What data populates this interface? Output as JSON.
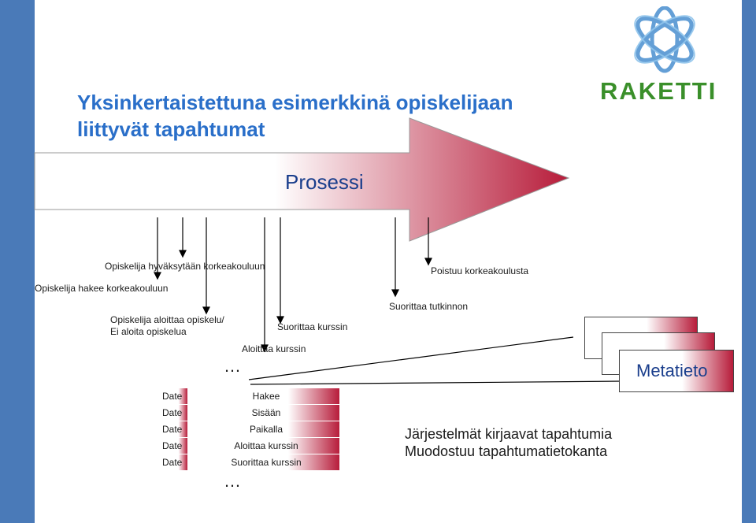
{
  "title": {
    "line1": "Yksinkertaistettuna esimerkkinä opiskelijaan",
    "line2": "liittyvät tapahtumat"
  },
  "logo": {
    "text": "RAKETTI"
  },
  "process": {
    "label": "Prosessi"
  },
  "events": {
    "hyvaksytty": "Opiskelija hyväksytään korkeakouluun",
    "hakee": "Opiskelija hakee korkeakouluun",
    "aloittaa_line1": "Opiskelija aloittaa opiskelu/",
    "aloittaa_line2": "Ei aloita opiskelua",
    "suorittaa_kurssin": "Suorittaa kurssin",
    "aloittaa_kurssin": "Aloittaa kurssin",
    "poistuu": "Poistuu korkeakoulusta",
    "suorittaa_tutkinnon": "Suorittaa tutkinnon",
    "ellipsis": "…"
  },
  "table": {
    "rows": [
      {
        "date": "Date",
        "event": "Hakee"
      },
      {
        "date": "Date",
        "event": "Sisään"
      },
      {
        "date": "Date",
        "event": "Paikalla"
      },
      {
        "date": "Date",
        "event": "Aloittaa kurssin"
      },
      {
        "date": "Date",
        "event": "Suorittaa kurssin"
      }
    ],
    "ellipsis": "…"
  },
  "metadata": {
    "label": "Metatieto"
  },
  "system": {
    "line1": "Järjestelmät kirjaavat tapahtumia",
    "line2": "Muodostuu tapahtumatietokanta"
  },
  "colors": {
    "accent_blue": "#2a6fc9",
    "sidebar_blue": "#4a7ab8",
    "arrow_red": "#b71c3a",
    "logo_green": "#3a8f2a"
  }
}
